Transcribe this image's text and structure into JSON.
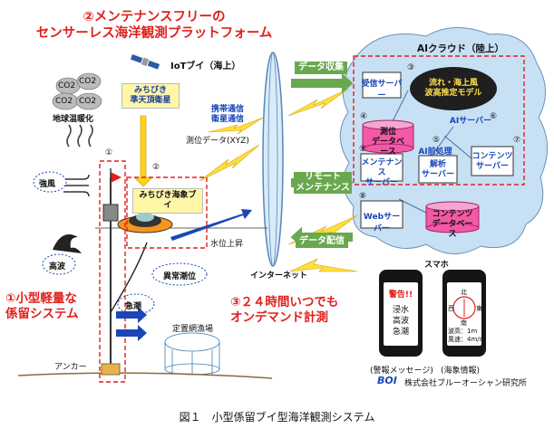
{
  "title_line1": "②メンテナンスフリーの",
  "title_line2": "センサーレス海洋観測プラットフォーム",
  "iot_buoy": "IoTブイ（海上）",
  "satellite_box": [
    "みちびき",
    "準天頂衛星"
  ],
  "co2": [
    "CO2",
    "CO2",
    "CO2",
    "CO2"
  ],
  "global_warming": "地球温暖化",
  "strong_wind": "強風",
  "high_wave": "高波",
  "num1": "①",
  "num2": "②",
  "buoy_label": "みちびき海象ブイ",
  "comms_text": [
    "携帯通信",
    "衛星通信"
  ],
  "measure_data": "測位データ(XYZ)",
  "water_rise": "水位上昇",
  "anomaly_tide": "異常潮位",
  "rapid_tide": "急潮",
  "fixed_net": "定置網漁場",
  "anchor": "アンカー",
  "small_light_1": "①小型軽量な",
  "small_light_2": "係留システム",
  "h24_1": "③２４時間いつでも",
  "h24_2": "オンデマンド計測",
  "internet": "インターネット",
  "data_collect": "データ収集",
  "remote_1": "リモート",
  "remote_2": "メンテナンス",
  "data_deliver": "データ配信",
  "ai_cloud": "AIクラウド（陸上）",
  "servers": {
    "receive": "受信サーバー",
    "db": [
      "測位",
      "データベース"
    ],
    "maint": [
      "メンテナンス",
      "サーバー"
    ],
    "analysis": [
      "解析",
      "サーバー"
    ],
    "contents": [
      "コンテンツ",
      "サーバー"
    ],
    "web": "Webサーバー",
    "contents_db": [
      "コンテンツ",
      "データベース"
    ],
    "ai_server": "AIサーバー",
    "ai_pre": "AI前処理",
    "brain": [
      "流れ・海上風",
      "波高推定モデル"
    ]
  },
  "nums": [
    "③",
    "④",
    "⑤",
    "⑥",
    "⑦",
    "⑧",
    "⑨"
  ],
  "smartphone": "スマホ",
  "phone1": {
    "alert": "警告!!",
    "lines": [
      "浸水",
      "高波",
      "急潮"
    ],
    "caption": "(警報メッセージ)"
  },
  "phone2": {
    "dirs": [
      "北",
      "東",
      "南",
      "西"
    ],
    "wave": "波高：1m",
    "wind": "風速：4m/s",
    "caption": "(海象情報)"
  },
  "company_logo": "BOI",
  "company": "株式会社ブルーオーシャン研究所",
  "figure_caption": "図１　小型係留ブイ型海洋観測システム"
}
